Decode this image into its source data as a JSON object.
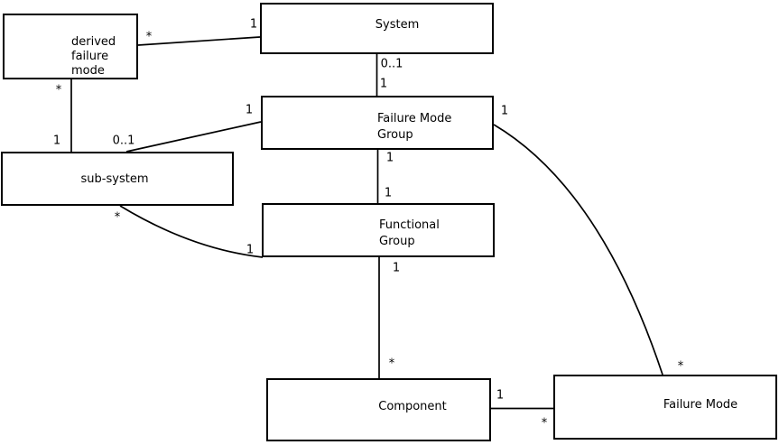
{
  "diagram": {
    "background_color": "#ffffff",
    "line_color": "#000000",
    "box_fill_color": "#ffffff"
  },
  "nodes": [
    {
      "id": "derived-failure-mode",
      "label": "derived\nfailure\nmode"
    },
    {
      "id": "system",
      "label": "System"
    },
    {
      "id": "failure-mode-group",
      "label": "Failure Mode\nGroup"
    },
    {
      "id": "sub-system",
      "label": "sub-system"
    },
    {
      "id": "functional-group",
      "label": "Functional\nGroup"
    },
    {
      "id": "component",
      "label": "Component"
    },
    {
      "id": "failure-mode",
      "label": "Failure Mode"
    }
  ],
  "associations": [
    {
      "from": "derived-failure-mode",
      "to": "system",
      "from_mult": "*",
      "to_mult": "1"
    },
    {
      "from": "system",
      "to": "failure-mode-group",
      "from_mult": "0..1",
      "to_mult": "1"
    },
    {
      "from": "failure-mode-group",
      "to": "sub-system",
      "from_mult": "1",
      "to_mult": "0..1"
    },
    {
      "from": "derived-failure-mode",
      "to": "sub-system",
      "from_mult": "*",
      "to_mult": "1"
    },
    {
      "from": "failure-mode-group",
      "to": "functional-group",
      "from_mult": "1",
      "to_mult": "1"
    },
    {
      "from": "sub-system",
      "to": "functional-group",
      "from_mult": "*",
      "to_mult": "1"
    },
    {
      "from": "functional-group",
      "to": "component",
      "from_mult": "1",
      "to_mult": "*"
    },
    {
      "from": "component",
      "to": "failure-mode",
      "from_mult": "1",
      "to_mult": "*"
    },
    {
      "from": "failure-mode-group",
      "to": "failure-mode",
      "from_mult": "1",
      "to_mult": "*"
    }
  ]
}
